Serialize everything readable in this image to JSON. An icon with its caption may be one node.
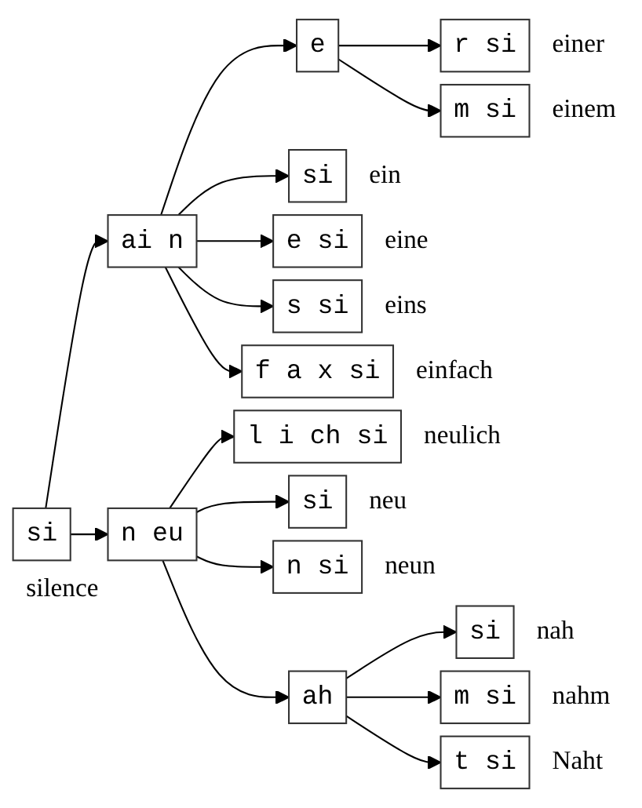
{
  "diagram": {
    "nodes": [
      {
        "text": [
          "si"
        ],
        "beside": [
          "silence"
        ]
      },
      {
        "text": [
          "ai n"
        ]
      },
      {
        "text": [
          "e"
        ]
      },
      {
        "text": [
          "r si"
        ],
        "beside": [
          "einer"
        ]
      },
      {
        "text": [
          "m si"
        ],
        "beside": [
          "einem"
        ]
      },
      {
        "text": [
          "si"
        ],
        "beside": [
          "ein"
        ]
      },
      {
        "text": [
          "e si"
        ],
        "beside": [
          "eine"
        ]
      },
      {
        "text": [
          "s si"
        ],
        "beside": [
          "eins"
        ]
      },
      {
        "text": [
          "f a x si"
        ],
        "beside": [
          "einfach"
        ]
      },
      {
        "text": [
          "n eu"
        ]
      },
      {
        "text": [
          "l i ch si"
        ],
        "beside": [
          "neulich"
        ]
      },
      {
        "text": [
          "si"
        ],
        "beside": [
          "neu"
        ]
      },
      {
        "text": [
          "n si"
        ],
        "beside": [
          "neun"
        ]
      },
      {
        "text": [
          "ah"
        ]
      },
      {
        "text": [
          "si"
        ],
        "beside": [
          "nah"
        ]
      },
      {
        "text": [
          "m si"
        ],
        "beside": [
          "nahm"
        ]
      },
      {
        "text": [
          "t si"
        ],
        "beside": [
          "Naht"
        ]
      }
    ],
    "edges": [
      {
        "from": 0,
        "to": 1,
        "arrow": "to"
      },
      {
        "from": 0,
        "to": 9,
        "arrow": "to"
      },
      {
        "from": 1,
        "to": 2,
        "arrow": "to"
      },
      {
        "from": 2,
        "to": 3,
        "arrow": "to"
      },
      {
        "from": 2,
        "to": 4,
        "arrow": "to"
      },
      {
        "from": 1,
        "to": 5,
        "arrow": "to"
      },
      {
        "from": 1,
        "to": 6,
        "arrow": "to"
      },
      {
        "from": 1,
        "to": 7,
        "arrow": "to"
      },
      {
        "from": 1,
        "to": 8,
        "arrow": "to"
      },
      {
        "from": 9,
        "to": 10,
        "arrow": "to"
      },
      {
        "from": 9,
        "to": 11,
        "arrow": "to"
      },
      {
        "from": 9,
        "to": 12,
        "arrow": "to"
      },
      {
        "from": 9,
        "to": 13,
        "arrow": "to"
      },
      {
        "from": 13,
        "to": 14,
        "arrow": "to"
      },
      {
        "from": 13,
        "to": 15,
        "arrow": "to"
      },
      {
        "from": 13,
        "to": 16,
        "arrow": "to"
      }
    ]
  }
}
